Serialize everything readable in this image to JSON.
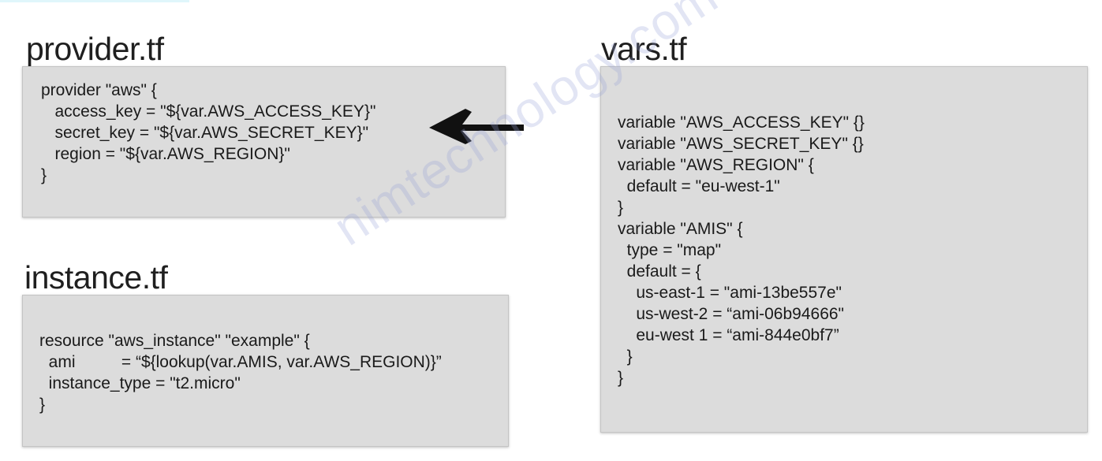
{
  "provider_file": {
    "title": "provider.tf",
    "lines": [
      "provider \"aws\" {",
      "   access_key = \"${var.AWS_ACCESS_KEY}\"",
      "   secret_key = \"${var.AWS_SECRET_KEY}\"",
      "   region = \"${var.AWS_REGION}\"",
      "}"
    ]
  },
  "instance_file": {
    "title": "instance.tf",
    "lines": [
      "resource \"aws_instance\" \"example\" {",
      "  ami          = “${lookup(var.AMIS, var.AWS_REGION)}”",
      "  instance_type = \"t2.micro\"",
      "}"
    ]
  },
  "vars_file": {
    "title": "vars.tf",
    "lines": [
      "variable \"AWS_ACCESS_KEY\" {}",
      "variable \"AWS_SECRET_KEY\" {}",
      "variable \"AWS_REGION\" {",
      "  default = \"eu-west-1\"",
      "}",
      "variable \"AMIS\" {",
      "  type = \"map\"",
      "  default = {",
      "    us-east-1 = \"ami-13be557e\"",
      "    us-west-2 = “ami-06b94666\"",
      "    eu-west 1 = “ami-844e0bf7”",
      "  }",
      "}"
    ]
  },
  "watermark": {
    "text": "nimtechnology.com"
  },
  "colors": {
    "box_background": "#dcdcdc",
    "arrow": "#111111",
    "watermark": "#96a0d7"
  },
  "icons": {
    "arrow": "left-arrow-icon"
  }
}
